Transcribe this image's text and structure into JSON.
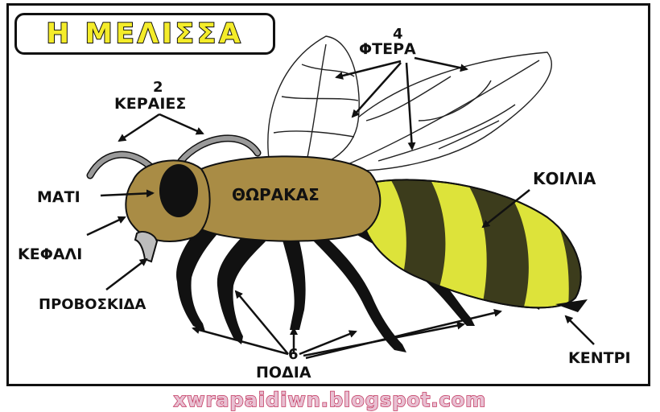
{
  "title": "Η ΜΕΛΙΣΣΑ",
  "labels": {
    "wings_count": "4",
    "wings": "ΦΤΕΡΑ",
    "antennae_count": "2",
    "antennae": "ΚΕΡΑΙΕΣ",
    "eye": "ΜΑΤΙ",
    "head": "ΚΕΦΑΛΙ",
    "proboscis": "ΠΡΟΒΟΣΚΙΔΑ",
    "thorax": "ΘΩΡΑΚΑΣ",
    "abdomen": "ΚΟΙΛΙΑ",
    "legs_count": "6",
    "legs": "ΠΟΔΙΑ",
    "stinger": "ΚΕΝΤΡΙ"
  },
  "footer": "xwrapaidiwn.blogspot.com",
  "colors": {
    "title_fill": "#f4ec2a",
    "body_brown": "#a98c45",
    "stripe_yellow": "#dde33a",
    "stripe_dark": "#3c3c1c",
    "legs": "#111111",
    "antennae": "#9a9a9a",
    "footer_text": "#c0305a"
  }
}
